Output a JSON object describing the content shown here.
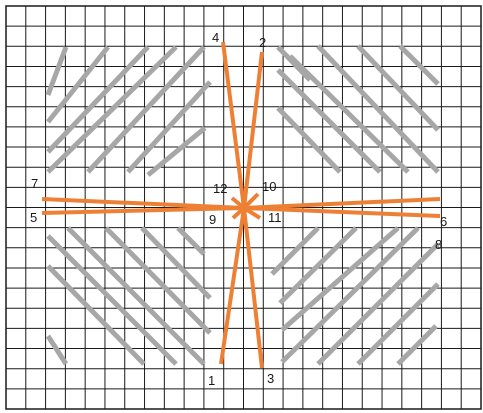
{
  "colors": {
    "grid": "#1a1a1a",
    "background_stitch": "#a7a7a7",
    "working_stitch": "#ee8035",
    "label": "#1a1a1a"
  },
  "stitch_labels": [
    "1",
    "2",
    "3",
    "4",
    "5",
    "6",
    "7",
    "8",
    "9",
    "10",
    "11",
    "12"
  ]
}
